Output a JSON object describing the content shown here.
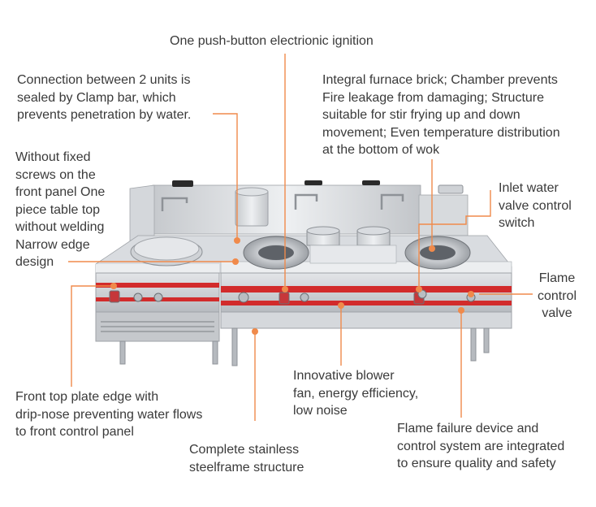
{
  "colors": {
    "accent": "#f08a4b",
    "steel": "#c9ccd0",
    "stripe": "#d22b2b",
    "text": "#3a3a3a"
  },
  "labels": {
    "ignition": "One push-button electrionic ignition",
    "clamp_bar": "Connection between 2 units is\nsealed by Clamp bar, which\nprevents penetration by water.",
    "furnace_brick": "Integral furnace brick; Chamber prevents\nFire leakage from damaging; Structure\nsuitable for stir frying up and down\nmovement; Even temperature distribution\nat the bottom of wok",
    "front_panel": "Without fixed\nscrews on the\nfront panel One\npiece table top\nwithout welding\nNarrow edge\ndesign",
    "inlet_valve": "Inlet water\nvalve control\nswitch",
    "flame_valve": "Flame\ncontrol\nvalve",
    "blower": "Innovative blower\nfan, energy efficiency,\nlow noise",
    "drip_nose": "Front top plate edge with\ndrip-nose preventing water flows\nto front control panel",
    "flame_failure": "Flame failure device and\ncontrol system are integrated\nto ensure quality and safety",
    "stainless": "Complete stainless\nsteelframe structure"
  }
}
